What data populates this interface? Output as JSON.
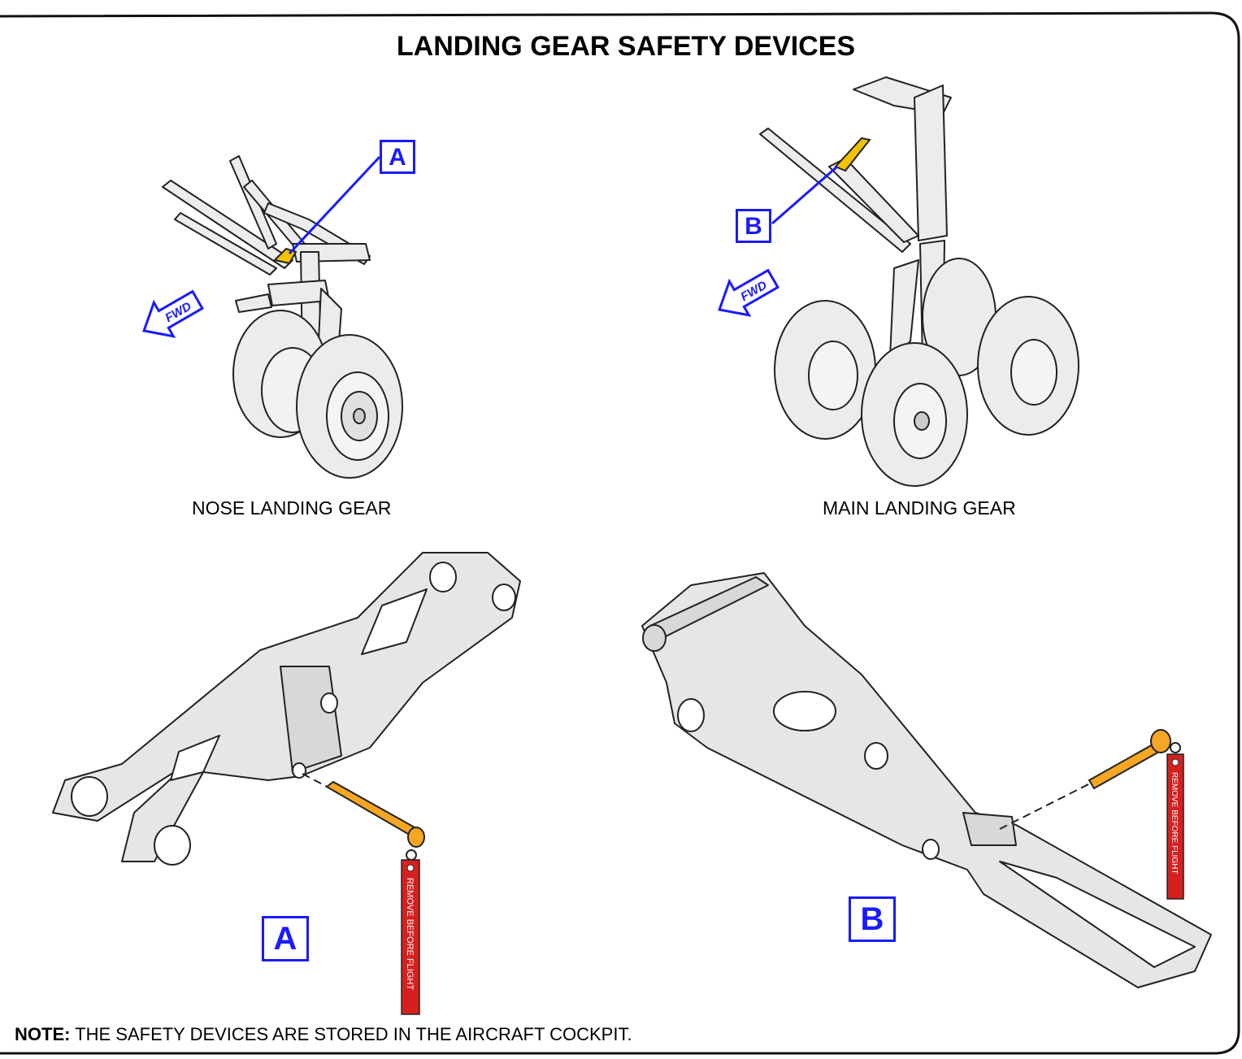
{
  "title": "LANDING GEAR SAFETY DEVICES",
  "captions": {
    "nose": "NOSE LANDING GEAR",
    "main": "MAIN LANDING GEAR"
  },
  "callouts": {
    "a": "A",
    "b": "B"
  },
  "fwd_label": "FWD",
  "tag_text": "REMOVE BEFORE FLIGHT",
  "note": {
    "label": "NOTE:",
    "text": " THE SAFETY DEVICES ARE STORED IN THE AIRCRAFT COCKPIT."
  },
  "colors": {
    "callout": "#1a1aff",
    "pin": "#f5a623",
    "tag": "#d62020",
    "part_fill": "#e6e6e6",
    "highlight": "#f2c200"
  }
}
